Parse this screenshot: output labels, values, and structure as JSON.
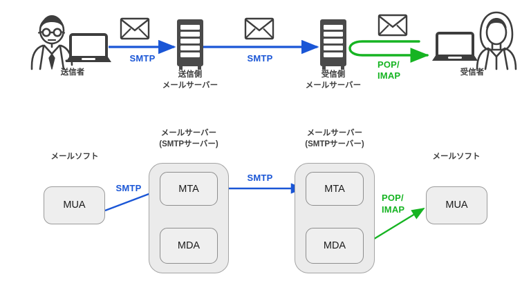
{
  "diagram": {
    "title_semantic": "email-delivery-protocol-diagram",
    "colors": {
      "smtp_blue": "#1a56d6",
      "pop_imap_green": "#16b422",
      "icon_dark": "#3d3d3d",
      "box_fill": "#eeeeee",
      "box_stroke": "#9a9a9a",
      "container_fill": "#ebebeb",
      "background": "#ffffff"
    },
    "top_row": {
      "sender": {
        "label": "送信者",
        "icons": [
          "person-male-icon",
          "laptop-icon"
        ]
      },
      "sending_server": {
        "label_line1": "送信側",
        "label_line2": "メールサーバー",
        "icon": "server-rack-icon"
      },
      "receiving_server": {
        "label_line1": "受信側",
        "label_line2": "メールサーバー",
        "icon": "server-rack-icon"
      },
      "receiver": {
        "label": "受信者",
        "icons": [
          "laptop-icon",
          "person-female-icon"
        ]
      },
      "arrows": [
        {
          "protocol": "SMTP",
          "color": "#1a56d6",
          "envelope": "envelope-icon"
        },
        {
          "protocol": "SMTP",
          "color": "#1a56d6",
          "envelope": "envelope-icon"
        },
        {
          "protocol_line1": "POP/",
          "protocol_line2": "IMAP",
          "color": "#16b422",
          "envelope": "envelope-icon"
        }
      ]
    },
    "bottom_row": {
      "left_client": {
        "caption": "メールソフト",
        "box_label": "MUA"
      },
      "left_server": {
        "caption_line1": "メールサーバー",
        "caption_line2": "(SMTPサーバー)",
        "components": [
          "MTA",
          "MDA"
        ]
      },
      "right_server": {
        "caption_line1": "メールサーバー",
        "caption_line2": "(SMTPサーバー)",
        "components": [
          "MTA",
          "MDA"
        ]
      },
      "right_client": {
        "caption": "メールソフト",
        "box_label": "MUA"
      },
      "arrows": [
        {
          "protocol": "SMTP",
          "color": "#1a56d6",
          "from": "MUA",
          "to": "MTA"
        },
        {
          "protocol": "SMTP",
          "color": "#1a56d6",
          "from": "MTA",
          "to": "MTA"
        },
        {
          "protocol": "",
          "color": "#555555",
          "from": "MTA",
          "to": "MDA"
        },
        {
          "protocol_line1": "POP/",
          "protocol_line2": "IMAP",
          "color": "#16b422",
          "from": "MDA",
          "to": "MUA"
        }
      ]
    }
  }
}
